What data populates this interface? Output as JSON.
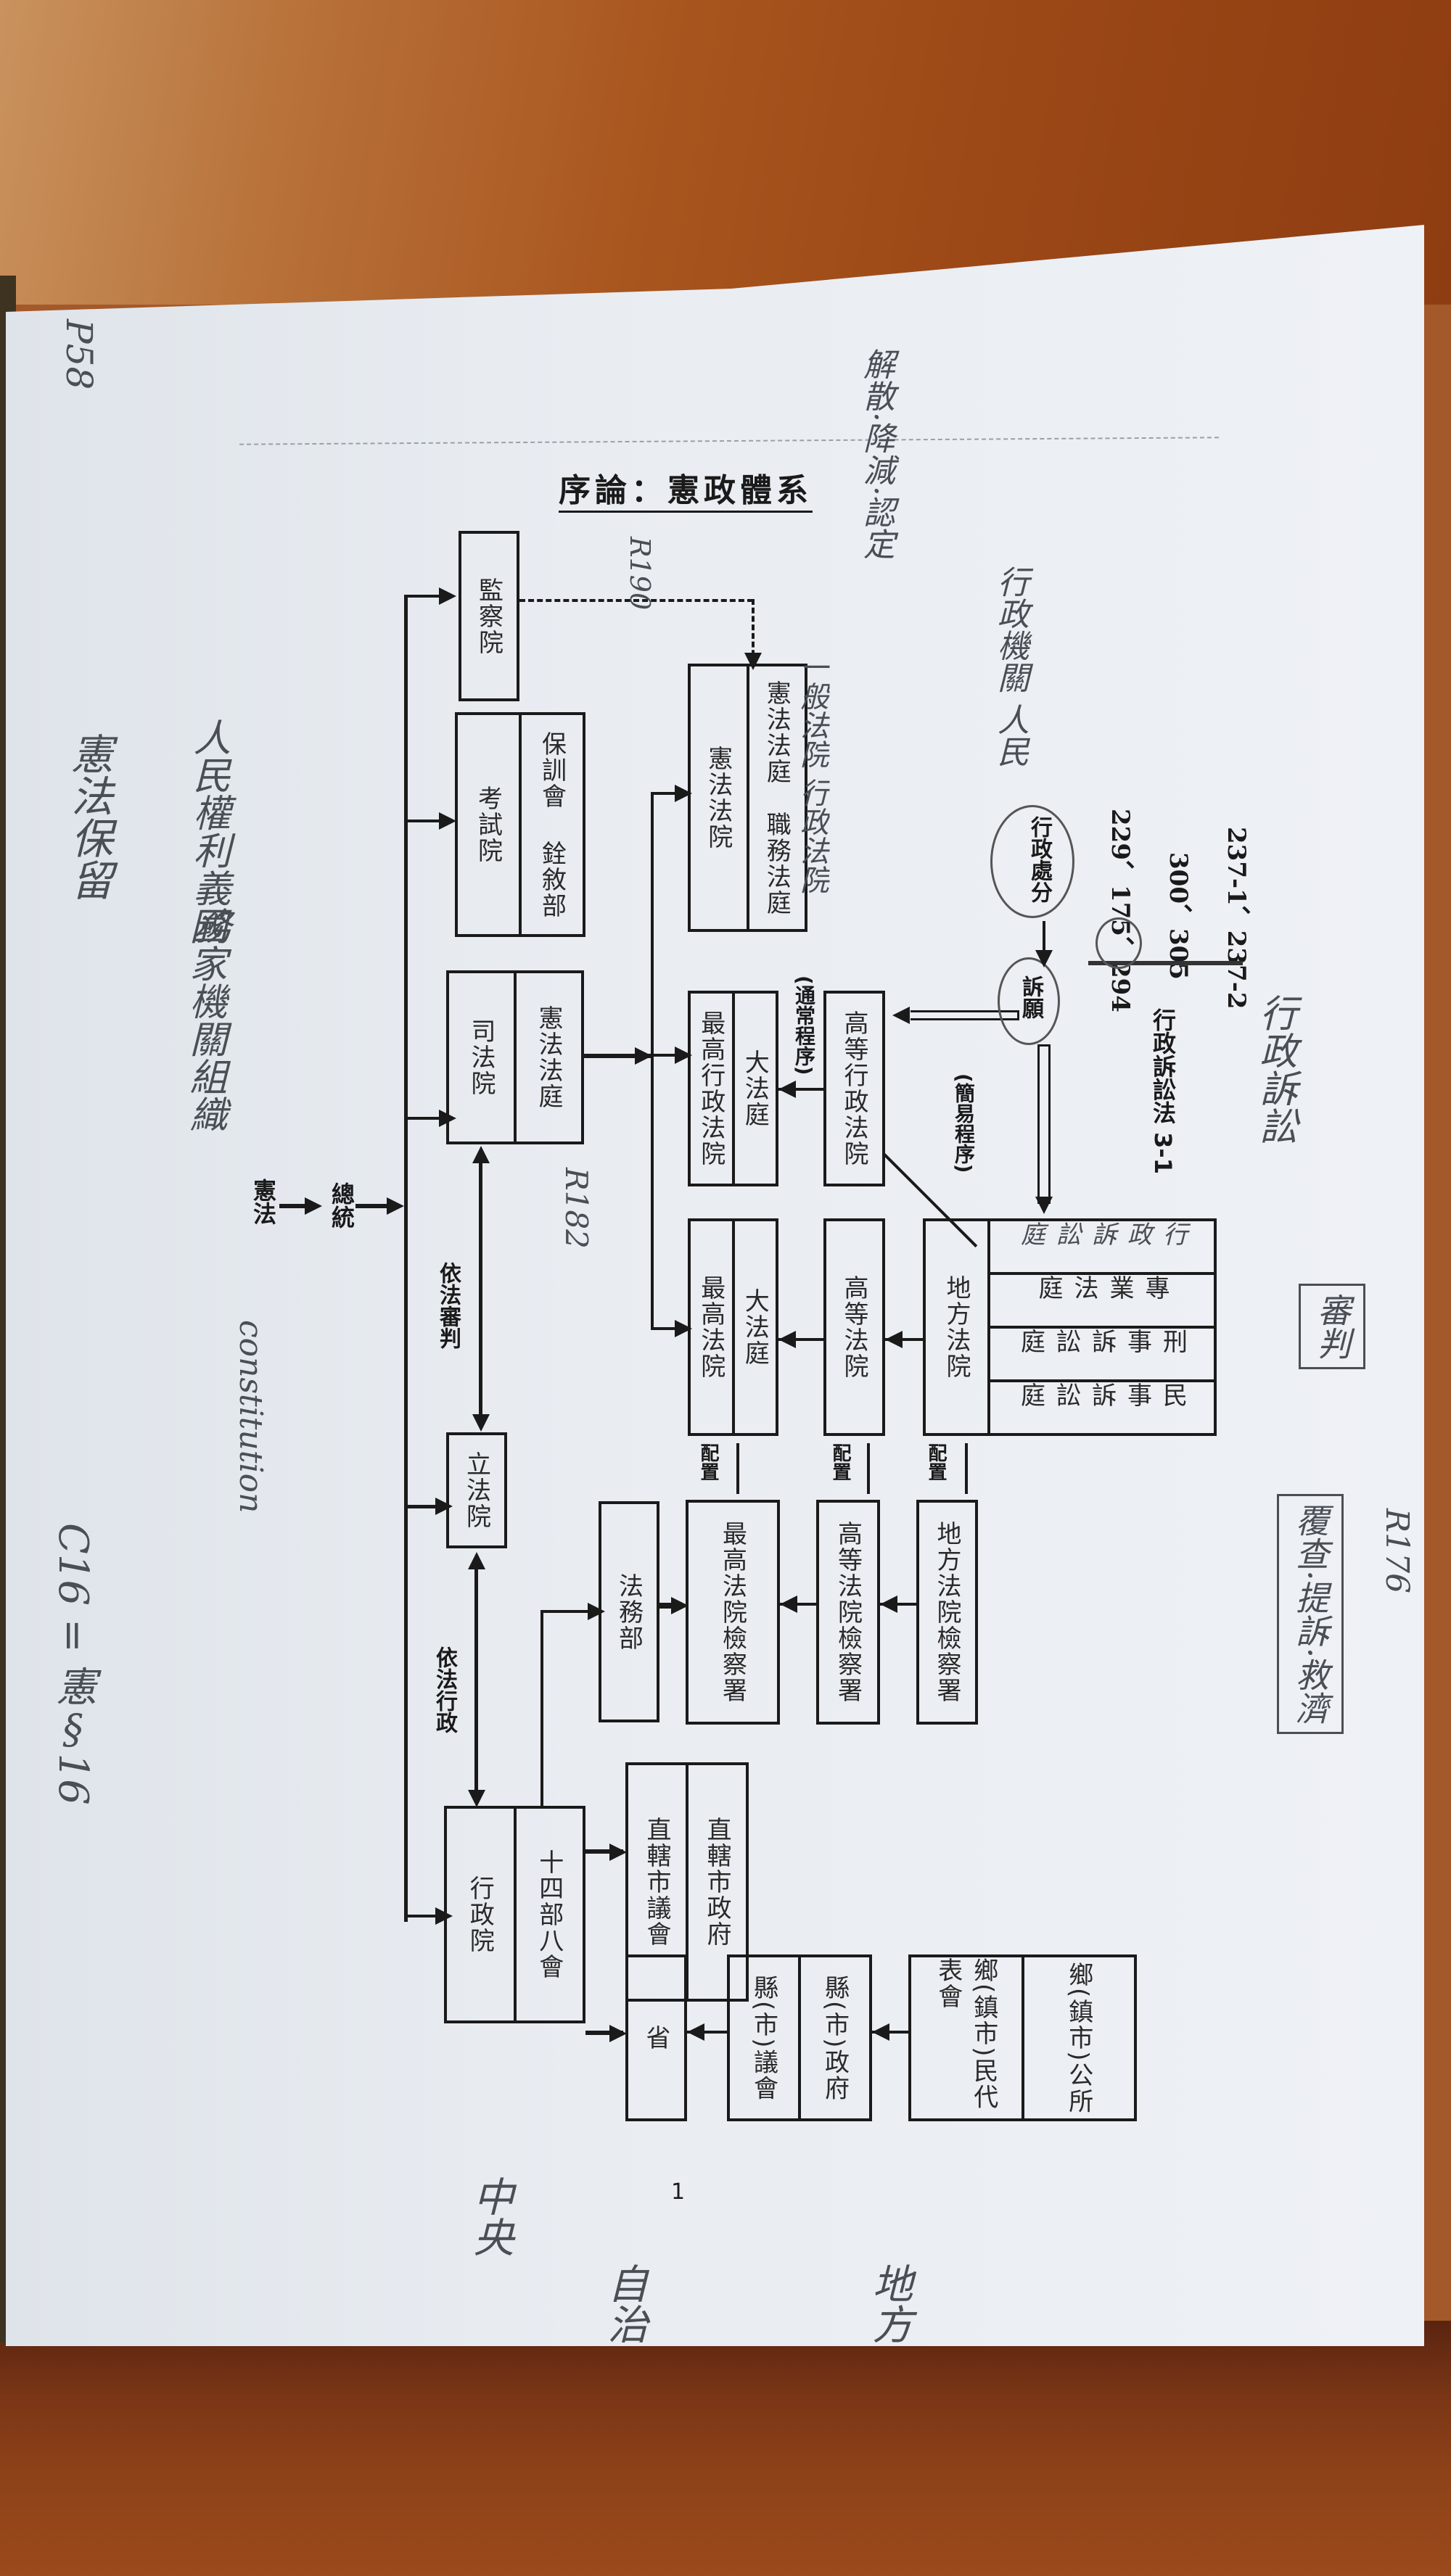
{
  "title": "序論：憲政體系",
  "page_number": "1",
  "top_source": {
    "constitution": "憲法",
    "president": "總統"
  },
  "branches": {
    "control_yuan": "監察院",
    "examination_yuan": {
      "name": "考試院",
      "subs": [
        "保訓會",
        "銓敘部"
      ]
    },
    "judicial_yuan": {
      "name": "司法院",
      "sub": "憲法法庭"
    },
    "legislative_yuan": "立法院",
    "executive_yuan": {
      "name": "行政院",
      "sub": "十四部八會"
    }
  },
  "relations": {
    "judicial_legislative": "依法審判",
    "legislative_executive": "依法行政"
  },
  "constitutional_court_box": {
    "main": "憲法法院",
    "subs": [
      "憲法法庭",
      "職務法庭"
    ]
  },
  "admin_courts": {
    "supreme_admin": {
      "name": "最高行政法院",
      "sub": "大法庭"
    },
    "high_admin": "高等行政法院",
    "ordinary_procedure": "(通常程序)",
    "simple_procedure": "(簡易程序)",
    "litigation": "訴願",
    "admin_disposition": "行政處分",
    "law_ref": "行政訴訟法 3-1",
    "articles": [
      "229、175、294",
      "300、305",
      "237-1、237-2"
    ]
  },
  "ordinary_courts": {
    "supreme": {
      "name": "最高法院",
      "sub": "大法庭"
    },
    "high": "高等法院",
    "district": {
      "name": "地方法院",
      "divisions": [
        "行政訴訟庭",
        "專業法庭",
        "刑事訴訟庭",
        "民事訴訟庭"
      ]
    }
  },
  "prosecution": {
    "ministry": "法務部",
    "supreme": "最高法院檢察署",
    "high": "高等法院檢察署",
    "district": "地方法院檢察署",
    "placement_label": "配置"
  },
  "local_government": {
    "special_municipality": [
      "直轄市議會",
      "直轄市政府"
    ],
    "province": "省",
    "county": [
      "縣(市)議會",
      "縣(市)政府"
    ],
    "township": [
      "鄉(鎮市)民代表會",
      "鄉(鎮市)公所"
    ]
  },
  "handwritten_notes": {
    "top_left": "憲法保留",
    "ref_p58": "P58",
    "nation_org": "國家機關組織",
    "people_rights": "人民權利義務",
    "constitution_word": "constitution",
    "c16": "C16 = 憲§16",
    "r182": "R182",
    "r190": "R190",
    "center": "中央",
    "local": "地方",
    "self_gov": "自治",
    "courts_note": "一般法院 行政法院",
    "dissolution_note": "解散·降減·認定",
    "admin_org_note": "行政機關 人民",
    "admin_litig_note": "行政訴訟",
    "trial_note": "審判",
    "retrial_note": "覆查·提訴·救濟",
    "ref_176": "R176",
    "admin_court_hw": "行政訴訟庭"
  },
  "colors": {
    "ink": "#1a1a1a",
    "paper": "#e9edf2",
    "wood": "#a9551e",
    "pencil": "#4a4e55"
  }
}
